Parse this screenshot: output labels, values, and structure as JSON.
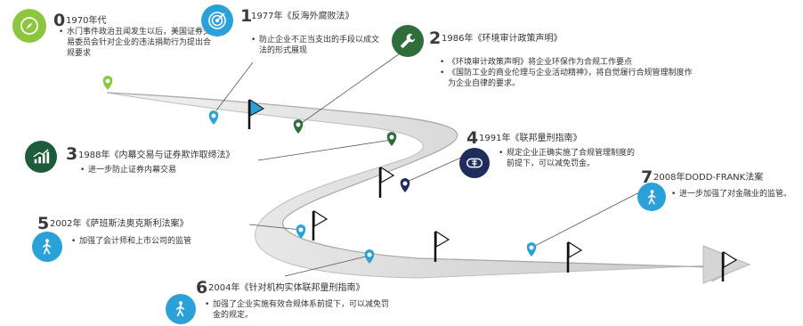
{
  "colors": {
    "lime": "#8cc63f",
    "blue": "#2aa1d8",
    "navy": "#1f2d5c",
    "green": "#2f6d3a",
    "dark_green": "#1e5b3a",
    "road": "#e4e4e4"
  },
  "milestones": [
    {
      "id": "m0",
      "icon": "compass-icon",
      "number": "0",
      "title": "1970年代",
      "bullets": [
        "水门事件政治丑闻发生以后，美国证券交易委员会针对企业的违法捐助行为提出合规要求"
      ]
    },
    {
      "id": "m1",
      "icon": "target-icon",
      "number": "1",
      "title": "1977年《反海外腐败法》",
      "bullets": [
        "防止企业不正当支出的手段以成文法的形式展现"
      ]
    },
    {
      "id": "m2",
      "icon": "wrench-icon",
      "number": "2",
      "title": "1986年《环境审计政策声明》",
      "bullets": [
        "《环境审计政策声明》将企业环保作为合规工作要点",
        "《国防工业的商业伦理与企业活动精神》，将自觉履行合规管理制度作为企业自律的要求。"
      ]
    },
    {
      "id": "m3",
      "icon": "bar-chart-icon",
      "number": "3",
      "title": "1988年《内幕交易与证券欺诈取缔法》",
      "bullets": [
        "进一步防止证券内幕交易"
      ]
    },
    {
      "id": "m4",
      "icon": "currency-icon",
      "number": "4",
      "title": "1991年《联邦量刑指南》",
      "bullets": [
        "规定企业正确实施了合规管理制度的前提下，可以减免罚金。"
      ]
    },
    {
      "id": "m5",
      "icon": "walker-icon",
      "number": "5",
      "title": "2002年《萨班斯法奥克斯利法案》",
      "bullets": [
        "加强了会计师和上市公司的监管"
      ]
    },
    {
      "id": "m6",
      "icon": "walker-icon",
      "number": "6",
      "title": "2004年《针对机构实体联邦量刑指南》",
      "bullets": [
        "加强了企业实施有效合规体系前提下，可以减免罚金的规定。"
      ]
    },
    {
      "id": "m7",
      "icon": "walker-icon",
      "number": "7",
      "title": "2008年DODD-FRANK法案",
      "bullets": [
        "进一步加强了对金融业的监管。"
      ]
    }
  ]
}
